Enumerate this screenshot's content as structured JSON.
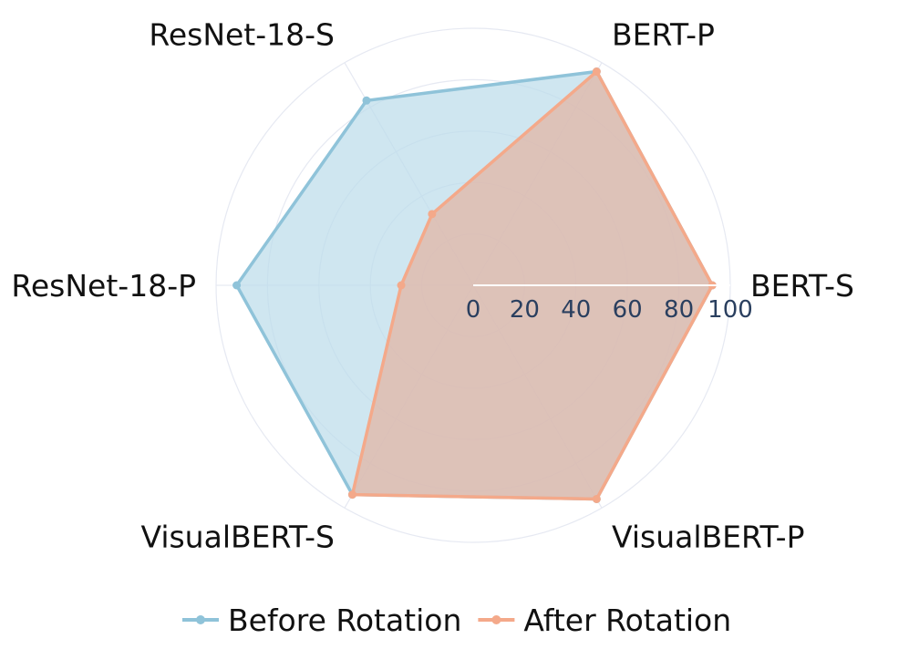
{
  "chart_data": {
    "type": "radar",
    "categories": [
      "BERT-S",
      "BERT-P",
      "ResNet-18-S",
      "ResNet-18-P",
      "VisualBERT-S",
      "VisualBERT-P"
    ],
    "series": [
      {
        "name": "Before Rotation",
        "values": [
          93,
          96,
          83,
          92,
          94,
          96
        ],
        "color": "#8fc3d9",
        "fill": "#bcdcea"
      },
      {
        "name": "After Rotation",
        "values": [
          93,
          96,
          32,
          28,
          94,
          96
        ],
        "color": "#f4a98a",
        "fill": "#e2b6a6"
      }
    ],
    "radial_ticks": [
      0,
      20,
      40,
      60,
      80,
      100
    ],
    "radial_range": [
      0,
      100
    ],
    "grid": true,
    "legend_position": "bottom"
  }
}
